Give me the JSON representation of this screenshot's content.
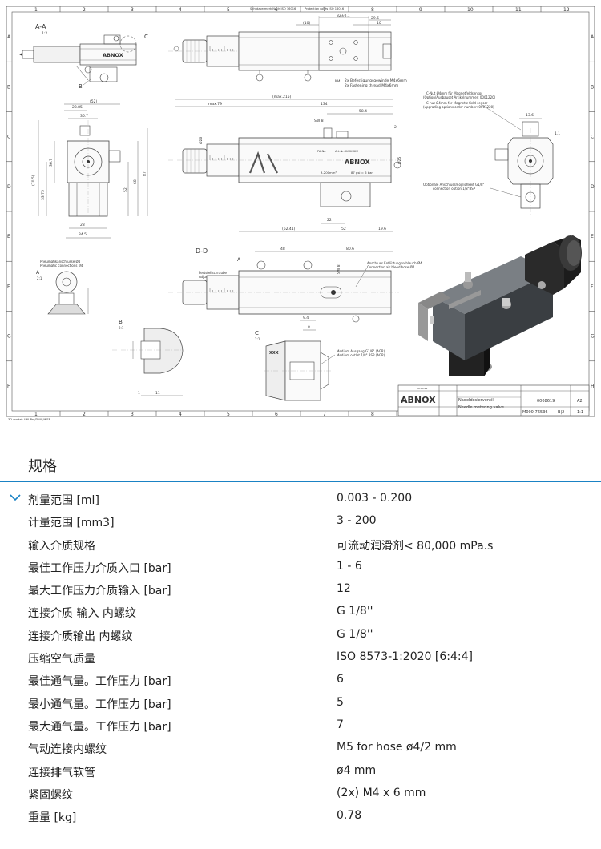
{
  "drawing": {
    "top_ruler": [
      "1",
      "2",
      "3",
      "4",
      "5",
      "6",
      "7",
      "8",
      "9",
      "10",
      "11",
      "12"
    ],
    "side_ruler": [
      "A",
      "B",
      "C",
      "D",
      "E",
      "F",
      "G",
      "H"
    ],
    "top_notes": [
      "Schutzvermerk Nach ISO 16016",
      "Protection notes ISO 16016"
    ],
    "view_labels": {
      "aa": "A-A",
      "aa_scale": "1:2",
      "dd": "D-D",
      "b": "B",
      "b_scale": "2:1",
      "c": "C",
      "c_scale": "2:1",
      "a": "A",
      "a_scale": "2:1",
      "b_marker": "B",
      "c_marker": "C"
    },
    "dimensions": {
      "d32": "32±0.1",
      "d29_6": "29.6",
      "d10a": "(10)",
      "d10b": "10",
      "m4": "M4",
      "max215": "(max.215)",
      "max79": "max.79",
      "d134": "134",
      "d58_4": "58.4",
      "d52top": "(52)",
      "d28_85": "28.85",
      "d36_7": "36.7",
      "d2": "2",
      "d48": "48",
      "d80_6": "80.6",
      "d22": "22",
      "d52": "52",
      "d19_6": "19.6",
      "d62_41": "(62.41)",
      "d28": "28",
      "d34_5": "34.5",
      "d70_5": "(70.5)",
      "d33_75": "33.75",
      "d36_7v": "36.7",
      "d68": "68",
      "d87": "87",
      "d52v": "52",
      "d13_6": "13.6",
      "d1_1": "1.1",
      "d11": "11",
      "d1": "1",
      "d9_4": "9.4",
      "d8": "8",
      "sw8a": "SW 8",
      "sw8b": "SW 8",
      "dia26": "Ø26",
      "dia25": "Ø25"
    },
    "notes": {
      "fastening_de": "2x Befestigungsgewinde M4x6mm",
      "fastening_en": "2x Fastening thread M4x6mm",
      "cnut_de1": "C-Nut Ø4mm für Magnetfeldsensor",
      "cnut_de2": "(Option/Ausbauset Artikelnummer: 0001220)",
      "cnut_en1": "C-nut Ø4mm for Magnetic field sensor",
      "cnut_en2": "(upgrading options order number: 0001220)",
      "connopt_de": "Optionale Anschlussmöglichkeit G1/8\"",
      "connopt_en": "connection option 1/8\"BSP",
      "pneu_de": "Pneumatikanschlüsse Ø4",
      "pneu_en": "Pneumatic connections Ø4",
      "adj_de": "Feststellschraube",
      "adj_en": "Adjustment screw",
      "bleed_de": "Anschluss Entlüftungsschlauch Ø4",
      "bleed_en": "Connection air bleed hose Ø4",
      "outlet_de": "Medium Ausgang G1/8\" (AGR)",
      "outlet_en": "Medium outlet 1/8\" BSP (AGR)"
    },
    "body_labels": {
      "pa_nr": "PA-Nr.",
      "art_nr": "Art-Nr.XXXXXXX",
      "volume": "3-200mm³",
      "pressure": "87 psi = 6 bar",
      "brand": "ABNOX",
      "xxx": "XXX"
    },
    "title_block": {
      "brand": "ABNOX",
      "name_de": "Nadeldosierventil",
      "name_en": "Needle metering valve",
      "drawing_no": "0008619",
      "format": "A2",
      "doc_no": "M000-76536",
      "sheet": "B|2",
      "scale": "1:1",
      "date": "09.08.21"
    },
    "bottom_note": "3D-model: UNI-Pro/DWG/WEB"
  },
  "specs": {
    "heading": "规格",
    "rows": [
      {
        "label": "剂量范围 [ml]",
        "value": "0.003 - 0.200"
      },
      {
        "label": "计量范围 [mm3]",
        "value": "3 - 200"
      },
      {
        "label": "输入介质规格",
        "value": "可流动润滑剂< 80,000 mPa.s"
      },
      {
        "label": "最佳工作压力介质入口 [bar]",
        "value": "1 - 6"
      },
      {
        "label": "最大工作压力介质输入 [bar]",
        "value": "12"
      },
      {
        "label": "连接介质 输入 内螺纹",
        "value": "G 1/8''"
      },
      {
        "label": "连接介质输出 内螺纹",
        "value": "G 1/8''"
      },
      {
        "label": "压缩空气质量",
        "value": "ISO 8573-1:2020 [6:4:4]"
      },
      {
        "label": "最佳通气量。工作压力 [bar]",
        "value": "6"
      },
      {
        "label": "最小通气量。工作压力 [bar]",
        "value": "5"
      },
      {
        "label": "最大通气量。工作压力 [bar]",
        "value": "7"
      },
      {
        "label": "气动连接内螺纹",
        "value": "M5 for hose ø4/2 mm"
      },
      {
        "label": "连接排气软管",
        "value": "ø4 mm"
      },
      {
        "label": "紧固螺纹",
        "value": "(2x) M4 x 6 mm"
      },
      {
        "label": "重量 [kg]",
        "value": "0.78"
      }
    ]
  }
}
